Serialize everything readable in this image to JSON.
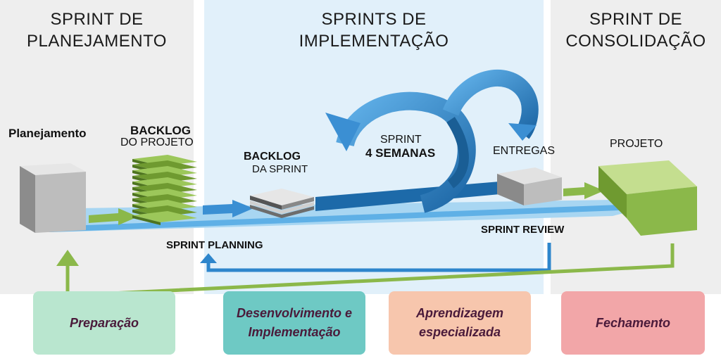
{
  "columns": {
    "left": {
      "line1": "SPRINT DE",
      "line2": "PLANEJAMENTO"
    },
    "middle": {
      "line1": "SPRINTS DE",
      "line2": "IMPLEMENTAÇÃO"
    },
    "right": {
      "line1": "SPRINT DE",
      "line2": "CONSOLIDAÇÃO"
    }
  },
  "labels": {
    "planejamento": "Planejamento",
    "backlog_projeto_1": "BACKLOG",
    "backlog_projeto_2": "DO PROJETO",
    "backlog_sprint_1": "BACKLOG",
    "backlog_sprint_2": "DA SPRINT",
    "sprint_1": "SPRINT",
    "sprint_2": "4 SEMANAS",
    "entregas": "ENTREGAS",
    "projeto": "PROJETO",
    "sprint_planning": "SPRINT PLANNING",
    "sprint_review": "SPRINT REVIEW"
  },
  "cards": {
    "preparacao": "Preparação",
    "desenvolvimento_1": "Desenvolvimento e",
    "desenvolvimento_2": "Implementação",
    "aprendizagem_1": "Aprendizagem",
    "aprendizagem_2": "especializada",
    "fechamento": "Fechamento"
  },
  "colors": {
    "blue": "#2e86cc",
    "green": "#8bb84a",
    "gray": "#9e9e9e",
    "card_green": "#b9e6cf",
    "card_teal": "#6ec9c4",
    "card_salmon": "#f7c6ad",
    "card_pink": "#f2a6a8"
  }
}
